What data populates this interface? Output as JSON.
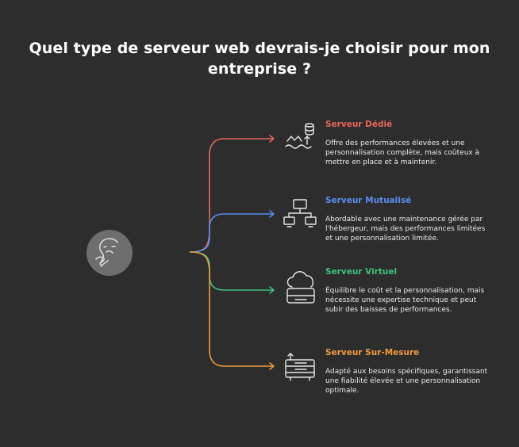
{
  "title": "Quel type de serveur web devrais-je choisir pour mon entreprise ?",
  "options": [
    {
      "title": "Serveur Dédié",
      "description": "Offre des performances élevées et une personnalisation complète, mais coûteux à mettre en place et à maintenir.",
      "color": "#e8665c",
      "icon": "server-database-icon"
    },
    {
      "title": "Serveur Mutualisé",
      "description": "Abordable avec une maintenance gérée par l'hébergeur, mais des performances limitées et une personnalisation limitée.",
      "color": "#5a8cec",
      "icon": "network-icon"
    },
    {
      "title": "Serveur Virtuel",
      "description": "Équilibre le coût et la personnalisation, mais nécessite une expertise technique et peut subir des baisses de performances.",
      "color": "#3fc07a",
      "icon": "cloud-server-icon"
    },
    {
      "title": "Serveur Sur-Mesure",
      "description": "Adapté aux besoins spécifiques, garantissant une fiabilité élevée et une personnalisation optimale.",
      "color": "#ef9a3c",
      "icon": "custom-server-icon"
    }
  ]
}
